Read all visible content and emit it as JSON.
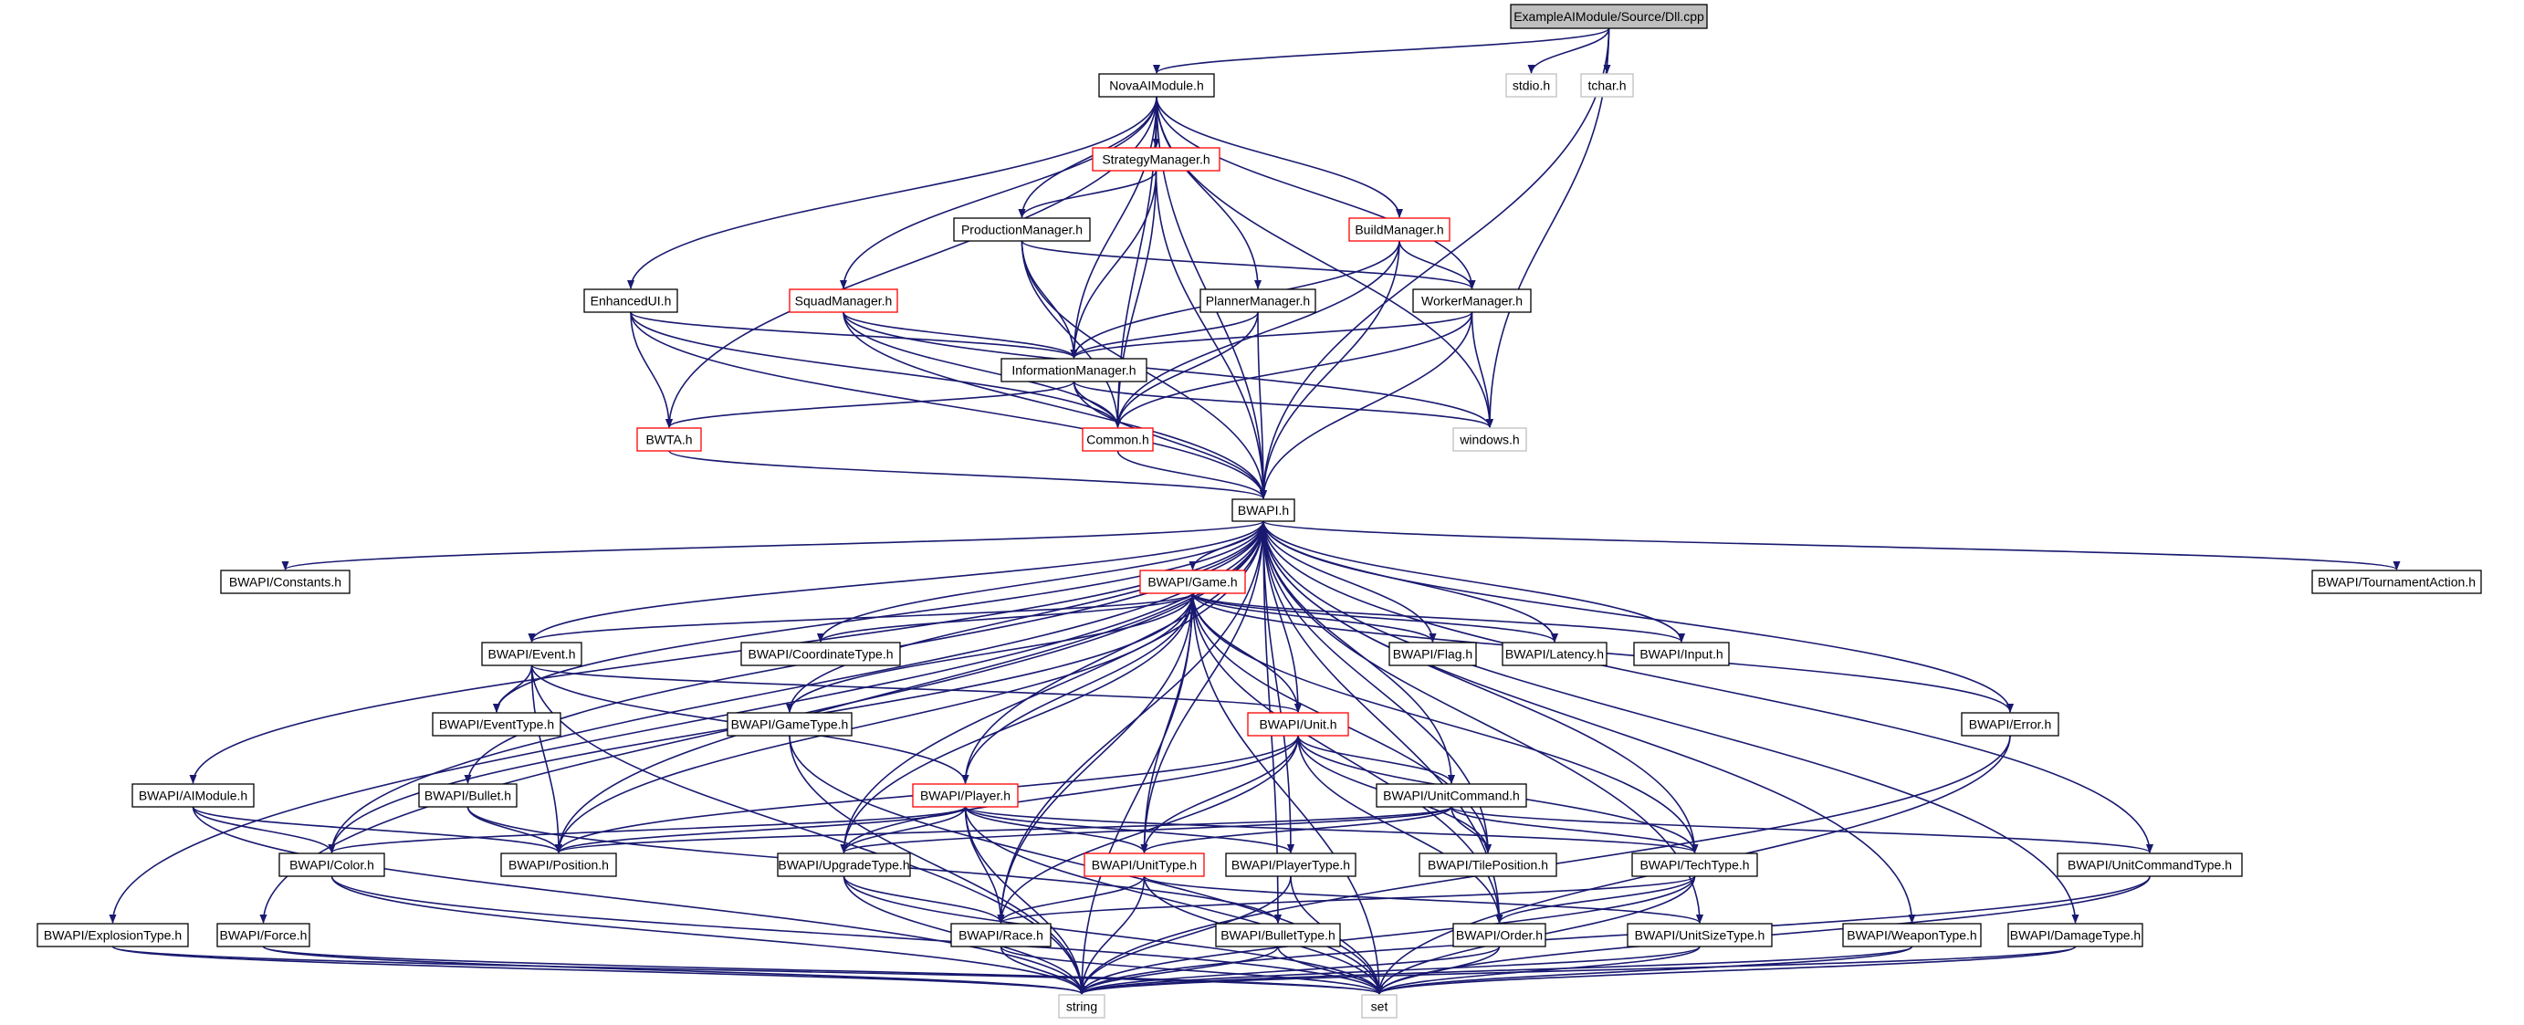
{
  "colors": {
    "edge": "#191970",
    "root_fill": "#bfbfbf",
    "root_border": "#000000",
    "documented_border": "#000000",
    "has_incomplete_border": "#ff0000",
    "external_border": "#bfbfbf",
    "external_text": "#666666"
  },
  "diagram": {
    "nodes": [
      {
        "id": "dll",
        "label": "ExampleAIModule/Source/Dll.cpp",
        "style": "root"
      },
      {
        "id": "nova",
        "label": "NovaAIModule.h",
        "style": "normal"
      },
      {
        "id": "stdio",
        "label": "stdio.h",
        "style": "external"
      },
      {
        "id": "tchar",
        "label": "tchar.h",
        "style": "external"
      },
      {
        "id": "strategy",
        "label": "StrategyManager.h",
        "style": "red"
      },
      {
        "id": "production",
        "label": "ProductionManager.h",
        "style": "normal"
      },
      {
        "id": "build",
        "label": "BuildManager.h",
        "style": "red"
      },
      {
        "id": "enhancedui",
        "label": "EnhancedUI.h",
        "style": "normal"
      },
      {
        "id": "squad",
        "label": "SquadManager.h",
        "style": "red"
      },
      {
        "id": "planner",
        "label": "PlannerManager.h",
        "style": "normal"
      },
      {
        "id": "worker",
        "label": "WorkerManager.h",
        "style": "normal"
      },
      {
        "id": "information",
        "label": "InformationManager.h",
        "style": "normal"
      },
      {
        "id": "bwta",
        "label": "BWTA.h",
        "style": "red"
      },
      {
        "id": "common",
        "label": "Common.h",
        "style": "red"
      },
      {
        "id": "windows",
        "label": "windows.h",
        "style": "external"
      },
      {
        "id": "bwapi",
        "label": "BWAPI.h",
        "style": "normal"
      },
      {
        "id": "constants",
        "label": "BWAPI/Constants.h",
        "style": "normal"
      },
      {
        "id": "game",
        "label": "BWAPI/Game.h",
        "style": "red"
      },
      {
        "id": "tournament",
        "label": "BWAPI/TournamentAction.h",
        "style": "normal"
      },
      {
        "id": "event",
        "label": "BWAPI/Event.h",
        "style": "normal"
      },
      {
        "id": "coordtype",
        "label": "BWAPI/CoordinateType.h",
        "style": "normal"
      },
      {
        "id": "flag",
        "label": "BWAPI/Flag.h",
        "style": "normal"
      },
      {
        "id": "latency",
        "label": "BWAPI/Latency.h",
        "style": "normal"
      },
      {
        "id": "input",
        "label": "BWAPI/Input.h",
        "style": "normal"
      },
      {
        "id": "eventtype",
        "label": "BWAPI/EventType.h",
        "style": "normal"
      },
      {
        "id": "gametype",
        "label": "BWAPI/GameType.h",
        "style": "normal"
      },
      {
        "id": "unit",
        "label": "BWAPI/Unit.h",
        "style": "red"
      },
      {
        "id": "error",
        "label": "BWAPI/Error.h",
        "style": "normal"
      },
      {
        "id": "aimodule",
        "label": "BWAPI/AIModule.h",
        "style": "normal"
      },
      {
        "id": "bullet",
        "label": "BWAPI/Bullet.h",
        "style": "normal"
      },
      {
        "id": "player",
        "label": "BWAPI/Player.h",
        "style": "red"
      },
      {
        "id": "unitcommand",
        "label": "BWAPI/UnitCommand.h",
        "style": "normal"
      },
      {
        "id": "color",
        "label": "BWAPI/Color.h",
        "style": "normal"
      },
      {
        "id": "position",
        "label": "BWAPI/Position.h",
        "style": "normal"
      },
      {
        "id": "upgradetype",
        "label": "BWAPI/UpgradeType.h",
        "style": "normal"
      },
      {
        "id": "unittype",
        "label": "BWAPI/UnitType.h",
        "style": "red"
      },
      {
        "id": "playertype",
        "label": "BWAPI/PlayerType.h",
        "style": "normal"
      },
      {
        "id": "tileposition",
        "label": "BWAPI/TilePosition.h",
        "style": "normal"
      },
      {
        "id": "techtype",
        "label": "BWAPI/TechType.h",
        "style": "normal"
      },
      {
        "id": "unitcommandtype",
        "label": "BWAPI/UnitCommandType.h",
        "style": "normal"
      },
      {
        "id": "explosiontype",
        "label": "BWAPI/ExplosionType.h",
        "style": "normal"
      },
      {
        "id": "force",
        "label": "BWAPI/Force.h",
        "style": "normal"
      },
      {
        "id": "race",
        "label": "BWAPI/Race.h",
        "style": "normal"
      },
      {
        "id": "bullettype",
        "label": "BWAPI/BulletType.h",
        "style": "normal"
      },
      {
        "id": "order",
        "label": "BWAPI/Order.h",
        "style": "normal"
      },
      {
        "id": "unitsizetype",
        "label": "BWAPI/UnitSizeType.h",
        "style": "normal"
      },
      {
        "id": "weapontype",
        "label": "BWAPI/WeaponType.h",
        "style": "normal"
      },
      {
        "id": "damagetype",
        "label": "BWAPI/DamageType.h",
        "style": "normal"
      },
      {
        "id": "string",
        "label": "string",
        "style": "external"
      },
      {
        "id": "set",
        "label": "set",
        "style": "external"
      }
    ],
    "edges": [
      [
        "dll",
        "nova"
      ],
      [
        "dll",
        "stdio"
      ],
      [
        "dll",
        "tchar"
      ],
      [
        "dll",
        "windows"
      ],
      [
        "dll",
        "bwapi"
      ],
      [
        "nova",
        "strategy"
      ],
      [
        "nova",
        "production"
      ],
      [
        "nova",
        "build"
      ],
      [
        "nova",
        "enhancedui"
      ],
      [
        "nova",
        "squad"
      ],
      [
        "nova",
        "planner"
      ],
      [
        "nova",
        "worker"
      ],
      [
        "nova",
        "information"
      ],
      [
        "nova",
        "bwta"
      ],
      [
        "nova",
        "common"
      ],
      [
        "nova",
        "windows"
      ],
      [
        "nova",
        "bwapi"
      ],
      [
        "strategy",
        "production"
      ],
      [
        "strategy",
        "information"
      ],
      [
        "strategy",
        "common"
      ],
      [
        "strategy",
        "bwapi"
      ],
      [
        "production",
        "worker"
      ],
      [
        "production",
        "information"
      ],
      [
        "production",
        "common"
      ],
      [
        "production",
        "bwapi"
      ],
      [
        "build",
        "worker"
      ],
      [
        "build",
        "information"
      ],
      [
        "build",
        "common"
      ],
      [
        "build",
        "bwapi"
      ],
      [
        "enhancedui",
        "information"
      ],
      [
        "enhancedui",
        "bwta"
      ],
      [
        "enhancedui",
        "common"
      ],
      [
        "enhancedui",
        "bwapi"
      ],
      [
        "squad",
        "information"
      ],
      [
        "squad",
        "common"
      ],
      [
        "squad",
        "windows"
      ],
      [
        "squad",
        "bwapi"
      ],
      [
        "planner",
        "information"
      ],
      [
        "planner",
        "common"
      ],
      [
        "planner",
        "bwapi"
      ],
      [
        "worker",
        "information"
      ],
      [
        "worker",
        "common"
      ],
      [
        "worker",
        "windows"
      ],
      [
        "worker",
        "bwapi"
      ],
      [
        "information",
        "bwta"
      ],
      [
        "information",
        "common"
      ],
      [
        "information",
        "windows"
      ],
      [
        "information",
        "bwapi"
      ],
      [
        "bwta",
        "bwapi"
      ],
      [
        "common",
        "bwapi"
      ],
      [
        "bwapi",
        "constants"
      ],
      [
        "bwapi",
        "game"
      ],
      [
        "bwapi",
        "tournament"
      ],
      [
        "bwapi",
        "event"
      ],
      [
        "bwapi",
        "coordtype"
      ],
      [
        "bwapi",
        "flag"
      ],
      [
        "bwapi",
        "latency"
      ],
      [
        "bwapi",
        "input"
      ],
      [
        "bwapi",
        "eventtype"
      ],
      [
        "bwapi",
        "gametype"
      ],
      [
        "bwapi",
        "unit"
      ],
      [
        "bwapi",
        "error"
      ],
      [
        "bwapi",
        "aimodule"
      ],
      [
        "bwapi",
        "bullet"
      ],
      [
        "bwapi",
        "player"
      ],
      [
        "bwapi",
        "unitcommand"
      ],
      [
        "bwapi",
        "color"
      ],
      [
        "bwapi",
        "position"
      ],
      [
        "bwapi",
        "upgradetype"
      ],
      [
        "bwapi",
        "unittype"
      ],
      [
        "bwapi",
        "playertype"
      ],
      [
        "bwapi",
        "tileposition"
      ],
      [
        "bwapi",
        "techtype"
      ],
      [
        "bwapi",
        "unitcommandtype"
      ],
      [
        "bwapi",
        "explosiontype"
      ],
      [
        "bwapi",
        "force"
      ],
      [
        "bwapi",
        "race"
      ],
      [
        "bwapi",
        "bullettype"
      ],
      [
        "bwapi",
        "order"
      ],
      [
        "bwapi",
        "unitsizetype"
      ],
      [
        "bwapi",
        "weapontype"
      ],
      [
        "bwapi",
        "damagetype"
      ],
      [
        "game",
        "event"
      ],
      [
        "game",
        "coordtype"
      ],
      [
        "game",
        "flag"
      ],
      [
        "game",
        "latency"
      ],
      [
        "game",
        "input"
      ],
      [
        "game",
        "gametype"
      ],
      [
        "game",
        "unit"
      ],
      [
        "game",
        "error"
      ],
      [
        "game",
        "player"
      ],
      [
        "game",
        "color"
      ],
      [
        "game",
        "position"
      ],
      [
        "game",
        "upgradetype"
      ],
      [
        "game",
        "unittype"
      ],
      [
        "game",
        "tileposition"
      ],
      [
        "game",
        "techtype"
      ],
      [
        "game",
        "race"
      ],
      [
        "game",
        "order"
      ],
      [
        "game",
        "string"
      ],
      [
        "game",
        "set"
      ],
      [
        "event",
        "eventtype"
      ],
      [
        "event",
        "position"
      ],
      [
        "event",
        "player"
      ],
      [
        "event",
        "unit"
      ],
      [
        "event",
        "string"
      ],
      [
        "unit",
        "unitcommand"
      ],
      [
        "unit",
        "position"
      ],
      [
        "unit",
        "tileposition"
      ],
      [
        "unit",
        "upgradetype"
      ],
      [
        "unit",
        "unittype"
      ],
      [
        "unit",
        "techtype"
      ],
      [
        "unit",
        "order"
      ],
      [
        "unit",
        "race"
      ],
      [
        "player",
        "color"
      ],
      [
        "player",
        "position"
      ],
      [
        "player",
        "upgradetype"
      ],
      [
        "player",
        "unittype"
      ],
      [
        "player",
        "playertype"
      ],
      [
        "player",
        "techtype"
      ],
      [
        "player",
        "race"
      ],
      [
        "player",
        "string"
      ],
      [
        "player",
        "set"
      ],
      [
        "unitcommand",
        "unitcommandtype"
      ],
      [
        "unitcommand",
        "position"
      ],
      [
        "unitcommand",
        "tileposition"
      ],
      [
        "unitcommand",
        "unittype"
      ],
      [
        "unitcommand",
        "techtype"
      ],
      [
        "unitcommand",
        "upgradetype"
      ],
      [
        "aimodule",
        "color"
      ],
      [
        "aimodule",
        "position"
      ],
      [
        "aimodule",
        "string"
      ],
      [
        "bullet",
        "position"
      ],
      [
        "bullet",
        "bullettype"
      ],
      [
        "gametype",
        "string"
      ],
      [
        "gametype",
        "set"
      ],
      [
        "error",
        "string"
      ],
      [
        "error",
        "set"
      ],
      [
        "color",
        "string"
      ],
      [
        "color",
        "set"
      ],
      [
        "upgradetype",
        "race"
      ],
      [
        "upgradetype",
        "string"
      ],
      [
        "upgradetype",
        "set"
      ],
      [
        "unittype",
        "race"
      ],
      [
        "unittype",
        "unitsizetype"
      ],
      [
        "unittype",
        "string"
      ],
      [
        "unittype",
        "set"
      ],
      [
        "playertype",
        "string"
      ],
      [
        "playertype",
        "set"
      ],
      [
        "techtype",
        "race"
      ],
      [
        "techtype",
        "order"
      ],
      [
        "techtype",
        "string"
      ],
      [
        "techtype",
        "set"
      ],
      [
        "unitcommandtype",
        "string"
      ],
      [
        "unitcommandtype",
        "set"
      ],
      [
        "explosiontype",
        "string"
      ],
      [
        "explosiontype",
        "set"
      ],
      [
        "force",
        "string"
      ],
      [
        "force",
        "set"
      ],
      [
        "race",
        "string"
      ],
      [
        "race",
        "set"
      ],
      [
        "bullettype",
        "string"
      ],
      [
        "bullettype",
        "set"
      ],
      [
        "order",
        "string"
      ],
      [
        "order",
        "set"
      ],
      [
        "unitsizetype",
        "string"
      ],
      [
        "unitsizetype",
        "set"
      ],
      [
        "weapontype",
        "string"
      ],
      [
        "weapontype",
        "set"
      ],
      [
        "damagetype",
        "string"
      ],
      [
        "damagetype",
        "set"
      ]
    ]
  }
}
